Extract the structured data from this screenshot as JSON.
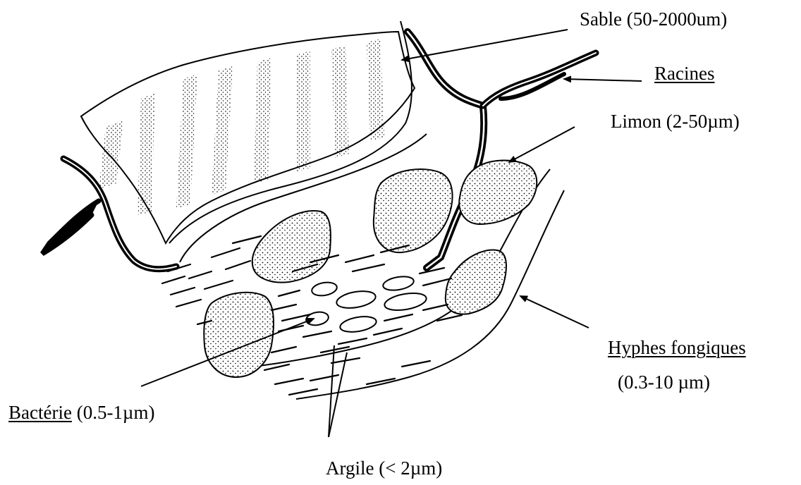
{
  "labels": {
    "sable": "Sable (50-2000um)",
    "racines": "Racines",
    "limon": "Limon (2-50µm)",
    "hyphes_name": "Hyphes fongiques",
    "hyphes_size": "(0.3-10 µm)",
    "bacterie_name": "Bactérie",
    "bacterie_size": " (0.5-1µm)",
    "argile": "Argile (< 2µm)"
  },
  "colors": {
    "ink": "#000000",
    "background": "#ffffff"
  }
}
